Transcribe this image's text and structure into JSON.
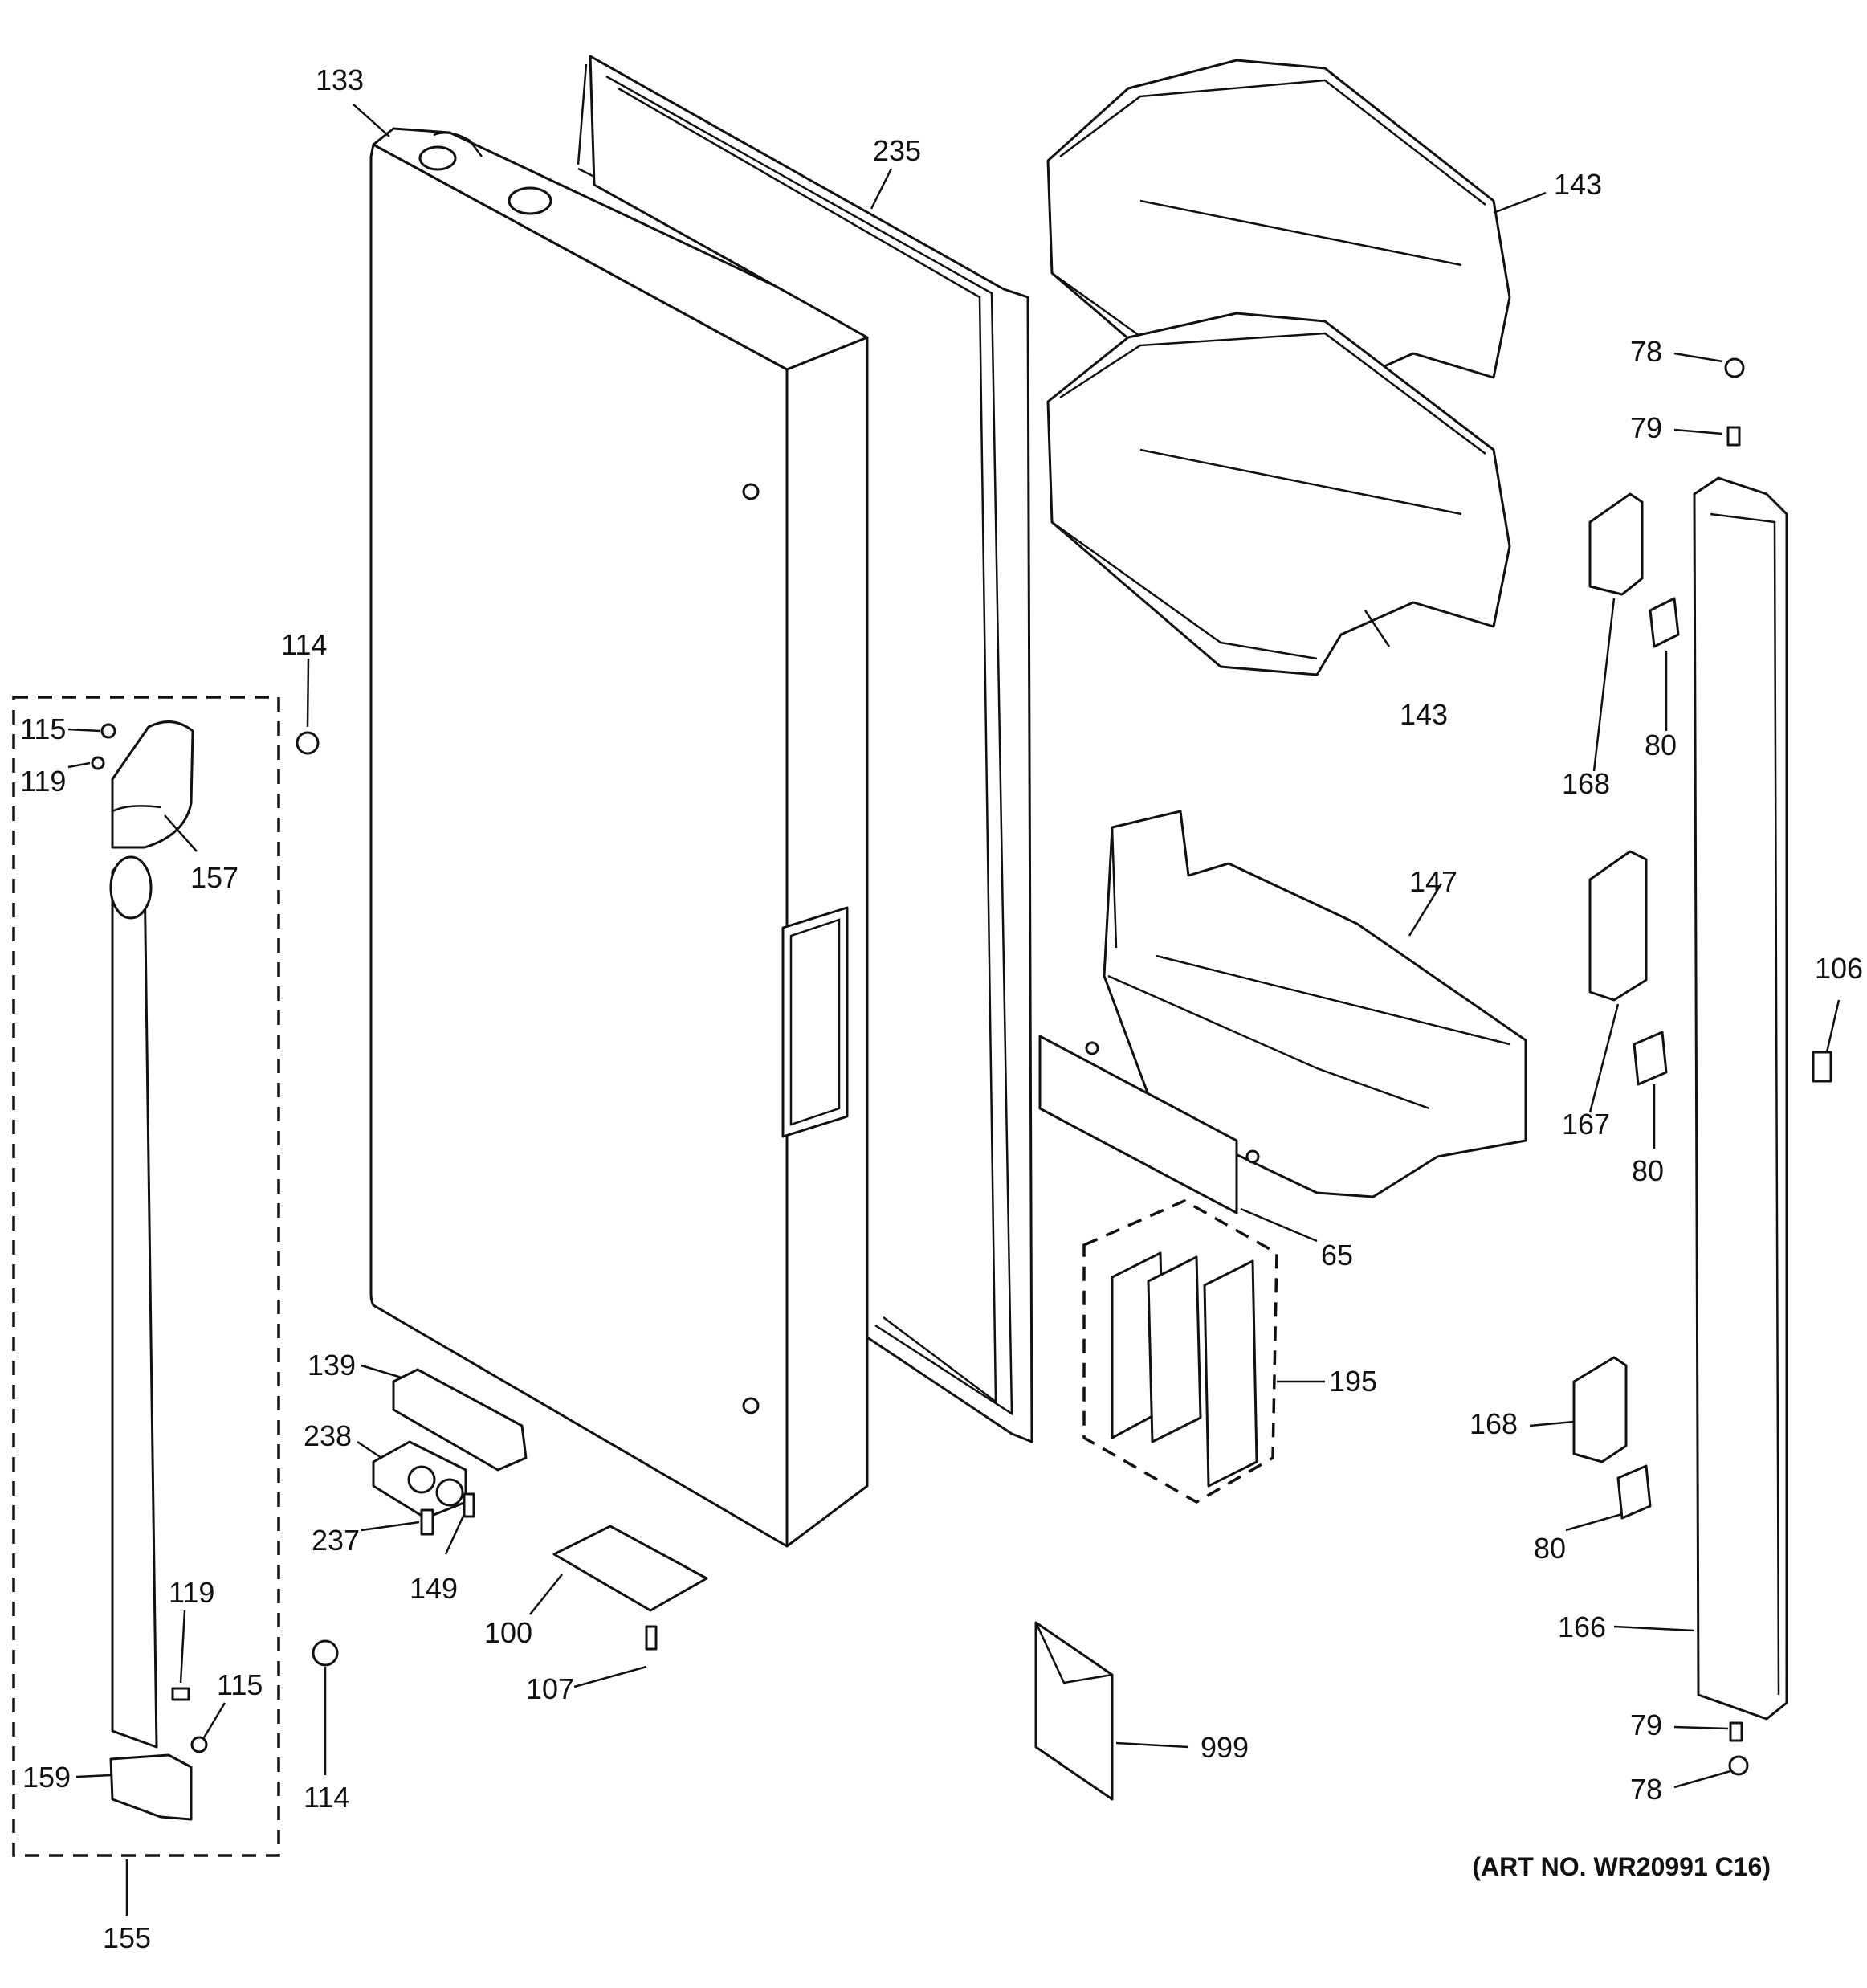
{
  "diagram": {
    "art_number": "(ART NO. WR20991 C16)",
    "callouts": {
      "c133": "133",
      "c235": "235",
      "c143a": "143",
      "c143b": "143",
      "c78a": "78",
      "c79a": "79",
      "c168a": "168",
      "c80a": "80",
      "c114a": "114",
      "c115a": "115",
      "c119a": "119",
      "c157": "157",
      "c147": "147",
      "c106": "106",
      "c167": "167",
      "c80b": "80",
      "c65": "65",
      "c195": "195",
      "c139": "139",
      "c238": "238",
      "c237": "237",
      "c149": "149",
      "c100": "100",
      "c107": "107",
      "c168b": "168",
      "c80c": "80",
      "c166": "166",
      "c119b": "119",
      "c115b": "115",
      "c114b": "114",
      "c159": "159",
      "c155": "155",
      "c999": "999",
      "c79b": "79",
      "c78b": "78"
    }
  }
}
